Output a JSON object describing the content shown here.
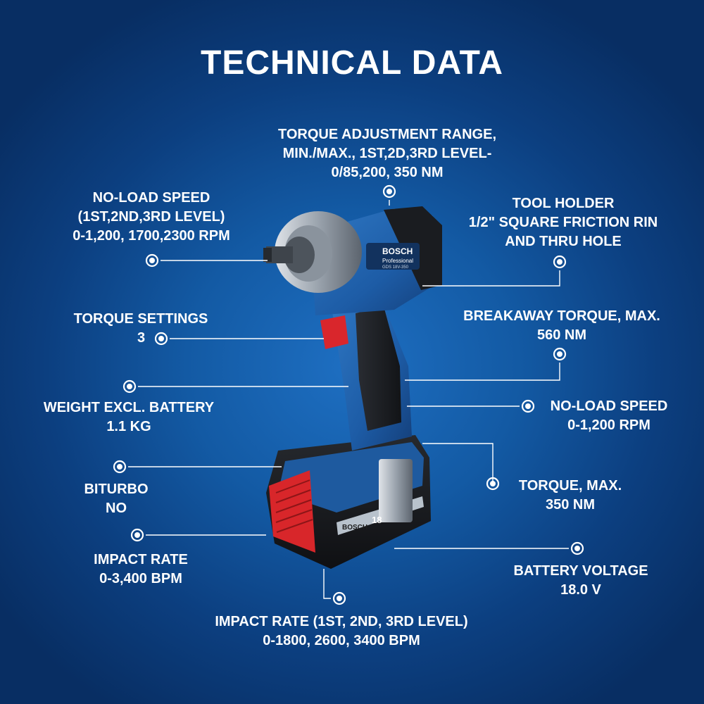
{
  "title": "TECHNICAL DATA",
  "specs": {
    "torque_range": {
      "l1": "TORQUE ADJUSTMENT RANGE,",
      "l2": "MIN./MAX., 1ST,2D,3RD LEVEL-",
      "l3": "0/85,200, 350 NM"
    },
    "no_load_speed_levels": {
      "l1": "NO-LOAD SPEED",
      "l2": "(1ST,2ND,3RD LEVEL)",
      "l3": "0-1,200, 1700,2300 RPM"
    },
    "tool_holder": {
      "l1": "TOOL HOLDER",
      "l2": "1/2\" SQUARE FRICTION RIN",
      "l3": "AND THRU HOLE"
    },
    "torque_settings": {
      "l1": "TORQUE SETTINGS",
      "l2": "3"
    },
    "breakaway_torque": {
      "l1": "BREAKAWAY TORQUE, MAX.",
      "l2": "560 NM"
    },
    "weight": {
      "l1": "WEIGHT EXCL. BATTERY",
      "l2": "1.1 KG"
    },
    "no_load_speed": {
      "l1": "NO-LOAD SPEED",
      "l2": "0-1,200 RPM"
    },
    "biturbo": {
      "l1": "BITURBO",
      "l2": "NO"
    },
    "torque_max": {
      "l1": "TORQUE, MAX.",
      "l2": "350 NM"
    },
    "impact_rate": {
      "l1": "IMPACT RATE",
      "l2": "0-3,400 BPM"
    },
    "battery_voltage": {
      "l1": "BATTERY VOLTAGE",
      "l2": "18.0 V"
    },
    "impact_rate_levels": {
      "l1": "IMPACT RATE (1ST, 2ND, 3RD LEVEL)",
      "l2": "0-1800, 2600, 3400 BPM"
    }
  },
  "product": {
    "brand": "BOSCH",
    "line": "Professional",
    "model": "GDS 18V-350",
    "battery_brand": "BOSCH",
    "battery_voltage": "18"
  },
  "colors": {
    "background": "#0c3f80",
    "tool_blue": "#1f5fa8",
    "grip_black": "#1b1d21",
    "trigger_red": "#d9262c",
    "battery_red": "#d8262a"
  }
}
